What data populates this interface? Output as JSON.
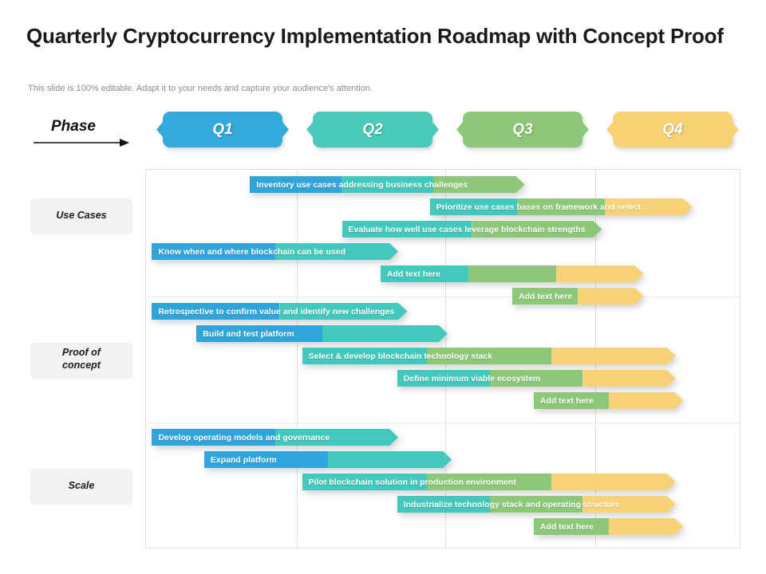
{
  "header": {
    "title": "Quarterly Cryptocurrency Implementation Roadmap with Concept Proof",
    "subtitle": "This slide is 100% editable. Adapt it to your needs and capture your audience's attention."
  },
  "phase": {
    "label": "Phase",
    "arrow_icon": "right-arrow-icon"
  },
  "quarters": [
    {
      "label": "Q1",
      "color": "#35A8DC"
    },
    {
      "label": "Q2",
      "color": "#4ACBB9"
    },
    {
      "label": "Q3",
      "color": "#8DC878"
    },
    {
      "label": "Q4",
      "color": "#F7D376"
    }
  ],
  "palette": {
    "q1": "#2FA5DC",
    "q2": "#42C8BC",
    "q3": "#8CC878",
    "q4": "#F7D276",
    "row_label_bg": "#F2F2F2",
    "grid_line": "#E0E0E0"
  },
  "sections": [
    {
      "label": "Use Cases",
      "tasks": [
        {
          "text": "Inventory use cases addressing business challenges",
          "start": 0.175,
          "end": 0.638,
          "colors": [
            "q1",
            "q2",
            "q3"
          ]
        },
        {
          "text": "Prioritize  use cases bases on framework and select",
          "start": 0.478,
          "end": 0.92,
          "colors": [
            "q2",
            "q3",
            "q4"
          ]
        },
        {
          "text": "Evaluate how well use cases leverage blockchain strengths",
          "start": 0.33,
          "end": 0.768,
          "colors": [
            "q2",
            "q3"
          ]
        },
        {
          "text": "Know when and where blockchain can be used",
          "start": 0.01,
          "end": 0.425,
          "colors": [
            "q1",
            "q2"
          ]
        },
        {
          "text": "Add text here",
          "start": 0.395,
          "end": 0.838,
          "colors": [
            "q2",
            "q3",
            "q4"
          ]
        },
        {
          "text": "Add text here",
          "start": 0.617,
          "end": 0.838,
          "colors": [
            "q3",
            "q4"
          ]
        }
      ]
    },
    {
      "label": "Proof of concept",
      "label_lines": [
        "Proof of",
        "concept"
      ],
      "tasks": [
        {
          "text": "Retrospective to confirm value and identify new challenges",
          "start": 0.01,
          "end": 0.44,
          "colors": [
            "q1",
            "q2"
          ]
        },
        {
          "text": "Build and test platform",
          "start": 0.085,
          "end": 0.508,
          "colors": [
            "q1",
            "q2"
          ]
        },
        {
          "text": "Select & develop  blockchain technology stack",
          "start": 0.263,
          "end": 0.892,
          "colors": [
            "q2",
            "q3",
            "q4"
          ]
        },
        {
          "text": "Define minimum viable ecosystem",
          "start": 0.423,
          "end": 0.892,
          "colors": [
            "q2",
            "q3",
            "q4"
          ]
        },
        {
          "text": "Add text here",
          "start": 0.653,
          "end": 0.905,
          "colors": [
            "q3",
            "q4"
          ]
        }
      ]
    },
    {
      "label": "Scale",
      "tasks": [
        {
          "text": "Develop operating models and governance",
          "start": 0.01,
          "end": 0.425,
          "colors": [
            "q1",
            "q2"
          ]
        },
        {
          "text": "Expand platform",
          "start": 0.098,
          "end": 0.515,
          "colors": [
            "q1",
            "q2"
          ]
        },
        {
          "text": "Pilot blockchain solution in production environment",
          "start": 0.263,
          "end": 0.892,
          "colors": [
            "q2",
            "q3",
            "q4"
          ]
        },
        {
          "text": "Industrialize technology stack and operating structure",
          "start": 0.423,
          "end": 0.892,
          "colors": [
            "q2",
            "q3",
            "q4"
          ]
        },
        {
          "text": "Add text here",
          "start": 0.653,
          "end": 0.905,
          "colors": [
            "q3",
            "q4"
          ]
        }
      ]
    }
  ]
}
